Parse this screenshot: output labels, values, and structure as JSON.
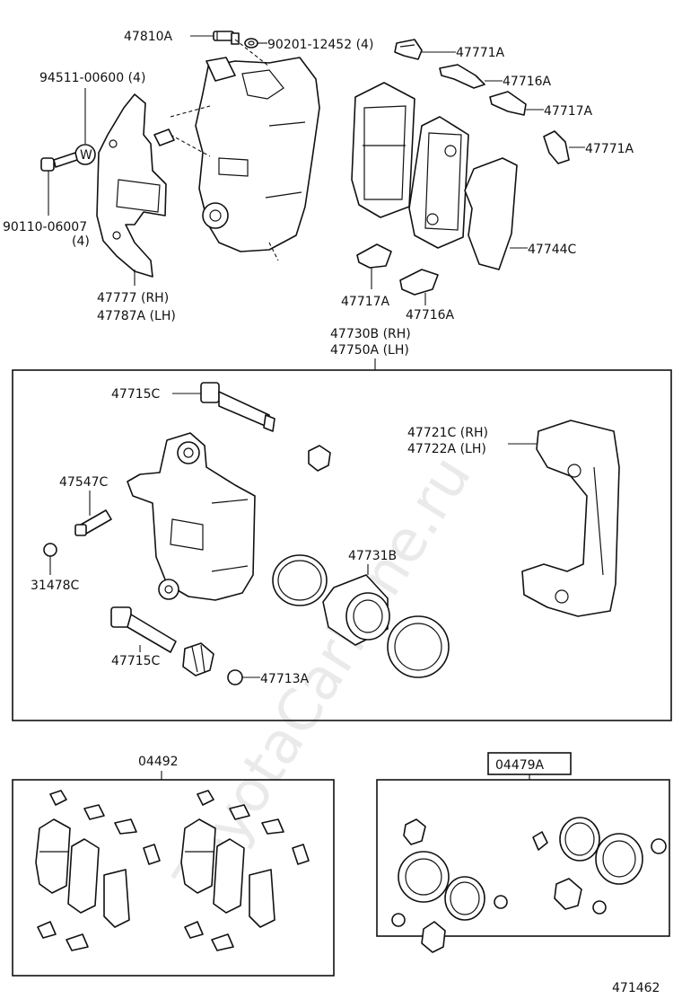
{
  "watermark": "ToyotaCarMine.ru",
  "diagram_id": "471462",
  "labels": {
    "p47810A": "47810A",
    "p90201": "90201-12452 (4)",
    "p47771A_top": "47771A",
    "p94511": "94511-00600 (4)",
    "p47716A_top": "47716A",
    "p47717A_top": "47717A",
    "p47771A_2": "47771A",
    "p90110": "90110-06007",
    "p90110_qty": "(4)",
    "p47744C": "47744C",
    "p47777": "47777 (RH)",
    "p47787A": "47787A (LH)",
    "p47717A_bot": "47717A",
    "p47716A_bot": "47716A",
    "p47730B": "47730B (RH)",
    "p47750A": "47750A (LH)",
    "p47715C_top": "47715C",
    "p47721C": "47721C (RH)",
    "p47722A": "47722A (LH)",
    "p47547C": "47547C",
    "p47731B": "47731B",
    "p31478C": "31478C",
    "p47715C_bot": "47715C",
    "p47713A": "47713A",
    "p04492": "04492",
    "p04479A": "04479A",
    "washer_mark": "W"
  }
}
